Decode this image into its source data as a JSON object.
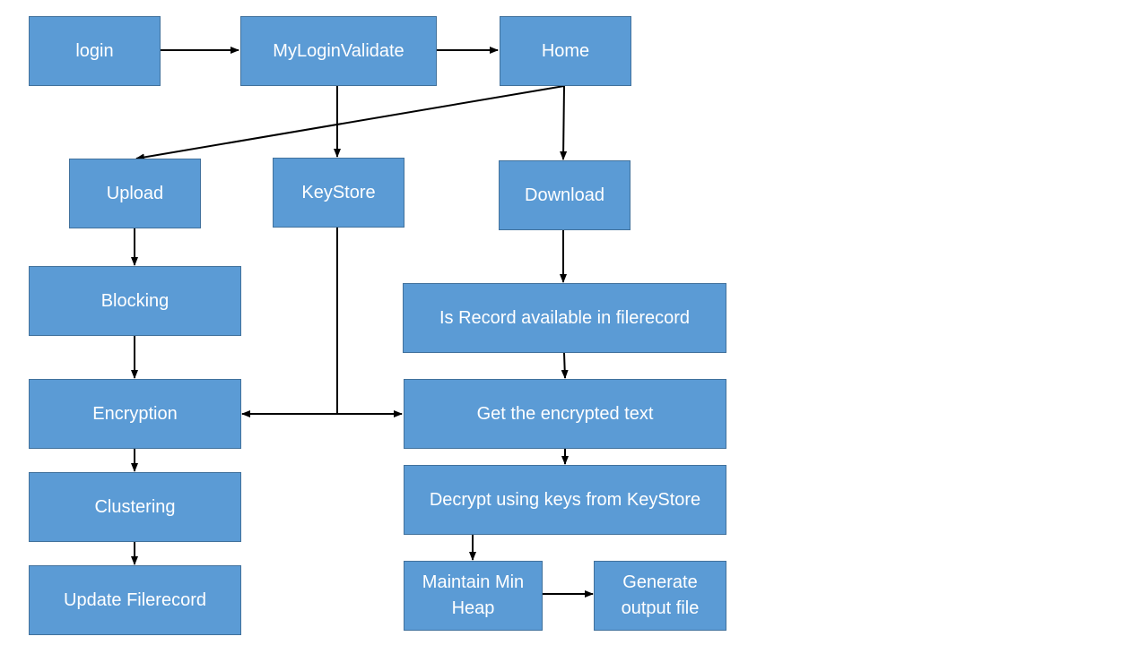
{
  "diagram": {
    "nodes": {
      "login": "login",
      "myloginvalidate": "MyLoginValidate",
      "home": "Home",
      "upload": "Upload",
      "keystore": "KeyStore",
      "download": "Download",
      "blocking": "Blocking",
      "encryption": "Encryption",
      "clustering": "Clustering",
      "update_filerecord": "Update Filerecord",
      "is_record_available": "Is Record available in filerecord",
      "get_encrypted_text": "Get the encrypted text",
      "decrypt": "Decrypt using keys from KeyStore",
      "maintain_min_heap": "Maintain Min\nHeap",
      "generate_output": "Generate\noutput file"
    },
    "colors": {
      "node_fill": "#5b9bd5",
      "node_border": "#41719c",
      "node_text": "#ffffff",
      "arrow": "#000000"
    }
  }
}
